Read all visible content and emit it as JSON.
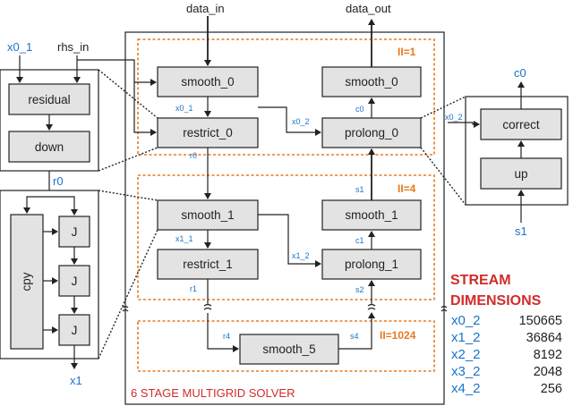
{
  "io": {
    "data_in": "data_in",
    "data_out": "data_out",
    "rhs_in": "rhs_in",
    "x0_1": "x0_1",
    "r0": "r0",
    "x1": "x1",
    "c0": "c0",
    "s1": "s1"
  },
  "left_module": {
    "residual": "residual",
    "down": "down"
  },
  "jacobi_module": {
    "cpy": "cpy",
    "j1": "J",
    "j2": "J",
    "j3": "J"
  },
  "right_module": {
    "correct": "correct",
    "up": "up",
    "x0_2": "x0_2"
  },
  "solver": {
    "title": "6 STAGE MULTIGRID SOLVER",
    "ii_1": "II=1",
    "ii_4": "II=4",
    "ii_1024": "II=1024",
    "blocks": {
      "smooth_0_a": "smooth_0",
      "restrict_0": "restrict_0",
      "smooth_0_b": "smooth_0",
      "prolong_0": "prolong_0",
      "smooth_1_a": "smooth_1",
      "restrict_1": "restrict_1",
      "smooth_1_b": "smooth_1",
      "prolong_1": "prolong_1",
      "smooth_5": "smooth_5"
    },
    "signals": {
      "x0_1": "x0_1",
      "x0_2": "x0_2",
      "c0": "c0",
      "r0": "r0",
      "s1": "s1",
      "x1_1": "x1_1",
      "x1_2": "x1_2",
      "c1": "c1",
      "r1": "r1",
      "s2": "s2",
      "r4": "r4",
      "s4": "s4"
    }
  },
  "legend": {
    "title_line1": "STREAM",
    "title_line2": "DIMENSIONS",
    "rows": [
      {
        "name": "x0_2",
        "value": "150665"
      },
      {
        "name": "x1_2",
        "value": "36864"
      },
      {
        "name": "x2_2",
        "value": "8192"
      },
      {
        "name": "x3_2",
        "value": "2048"
      },
      {
        "name": "x4_2",
        "value": "256"
      }
    ]
  },
  "colors": {
    "accent_blue": "#1a73c9",
    "orange": "#e8791f",
    "red": "#d22b2b",
    "block_fill": "#e3e3e3"
  }
}
